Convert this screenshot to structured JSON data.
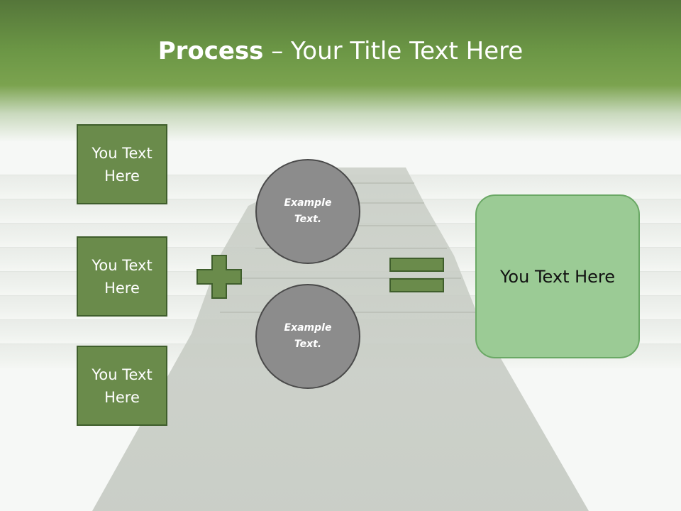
{
  "title": {
    "bold": "Process",
    "rest": " – Your Title Text Here"
  },
  "left_boxes": [
    {
      "line1": "You Text",
      "line2": "Here"
    },
    {
      "line1": "You Text",
      "line2": "Here"
    },
    {
      "line1": "You Text",
      "line2": "Here"
    }
  ],
  "circles": [
    {
      "line1": "Example",
      "line2": "Text."
    },
    {
      "line1": "Example",
      "line2": "Text."
    }
  ],
  "result": {
    "text": "You Text Here"
  },
  "colors": {
    "header_green": "#6b9645",
    "box_fill": "#6a8b4b",
    "box_border": "#3f5e2c",
    "circle_fill": "#8c8c8c",
    "result_fill": "#9bcb95",
    "result_border": "#6aa865"
  },
  "icons": {
    "operator_1": "plus-icon",
    "operator_2": "equals-icon"
  }
}
